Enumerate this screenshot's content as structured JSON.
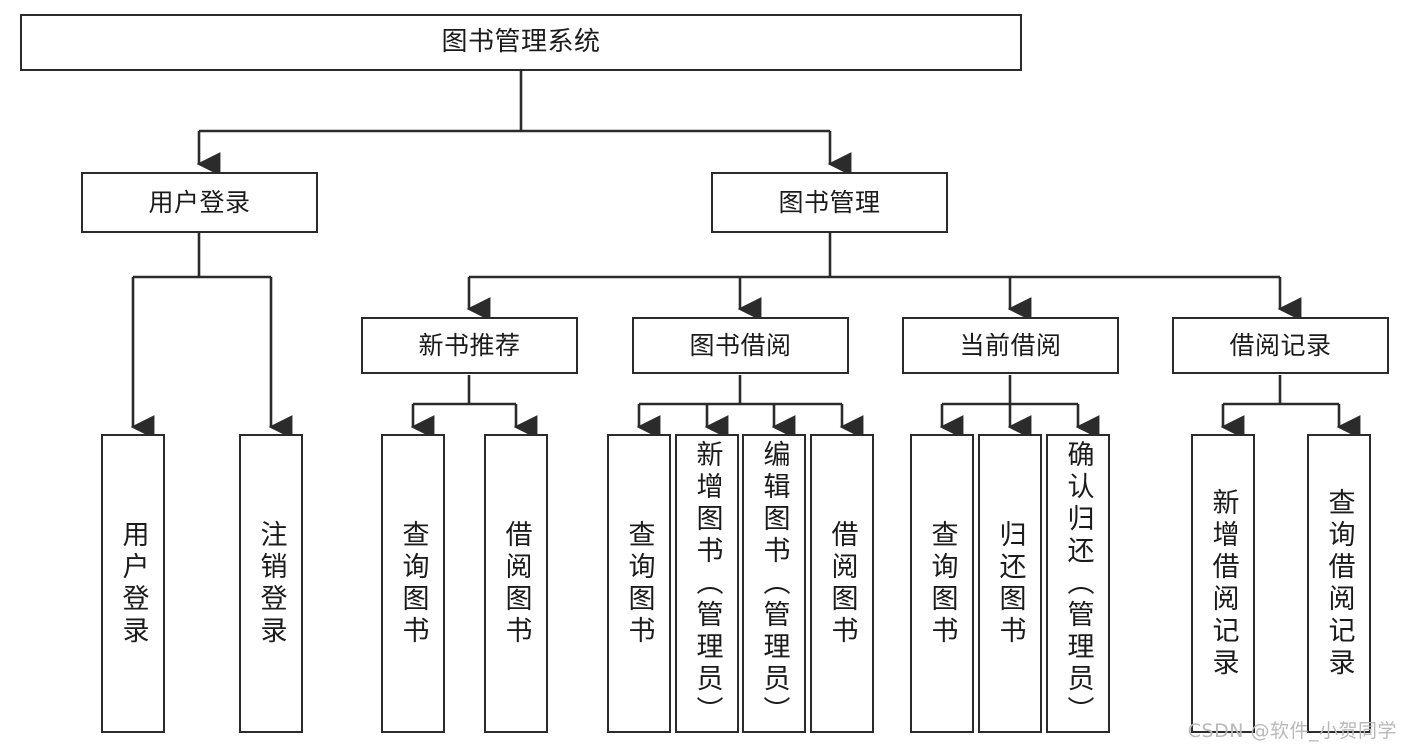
{
  "diagram": {
    "title": "图书管理系统",
    "type": "tree-hierarchy-diagram",
    "root": {
      "id": "root",
      "label": "图书管理系统"
    },
    "level2": [
      {
        "id": "user-login",
        "label": "用户登录"
      },
      {
        "id": "book-manage",
        "label": "图书管理"
      }
    ],
    "level3": [
      {
        "id": "new-book-recommend",
        "label": "新书推荐"
      },
      {
        "id": "book-borrow",
        "label": "图书借阅"
      },
      {
        "id": "current-borrow",
        "label": "当前借阅"
      },
      {
        "id": "borrow-record",
        "label": "借阅记录"
      }
    ],
    "leaves": [
      {
        "id": "leaf-user-login",
        "label": "用户登录"
      },
      {
        "id": "leaf-logout-login",
        "label": "注销登录"
      },
      {
        "id": "leaf-query-book-1",
        "label": "查询图书"
      },
      {
        "id": "leaf-borrow-book-1",
        "label": "借阅图书"
      },
      {
        "id": "leaf-query-book-2",
        "label": "查询图书"
      },
      {
        "id": "leaf-add-book-admin",
        "label": "新增图书（管理员）"
      },
      {
        "id": "leaf-edit-book-admin",
        "label": "编辑图书（管理员）"
      },
      {
        "id": "leaf-borrow-book-2",
        "label": "借阅图书"
      },
      {
        "id": "leaf-query-book-3",
        "label": "查询图书"
      },
      {
        "id": "leaf-return-book",
        "label": "归还图书"
      },
      {
        "id": "leaf-confirm-return-admin",
        "label": "确认归还（管理员）"
      },
      {
        "id": "leaf-add-borrow-record",
        "label": "新增借阅记录"
      },
      {
        "id": "leaf-query-borrow-record",
        "label": "查询借阅记录"
      }
    ],
    "colors": {
      "stroke": "#2b2b2b",
      "fill": "#ffffff",
      "text": "#1b1b1b",
      "watermark": "#b9b9b9"
    }
  },
  "watermark": {
    "text": "CSDN @软件_小贺同学"
  }
}
